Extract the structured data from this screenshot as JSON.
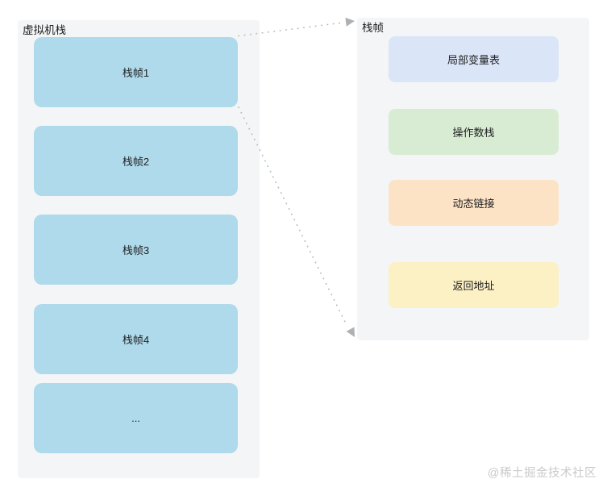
{
  "colors": {
    "page_bg": "#ffffff",
    "panel_bg": "#f4f5f6",
    "frame_fill": "#aedaec",
    "text_color": "#212121",
    "arrow_color": "#b9bcbe",
    "arrowhead_color": "#a9adb0",
    "watermark_color": "#cacaca"
  },
  "vm_stack_panel": {
    "title": "虚拟机栈",
    "frames": [
      {
        "label": "栈帧1"
      },
      {
        "label": "栈帧2"
      },
      {
        "label": "栈帧3"
      },
      {
        "label": "栈帧4"
      },
      {
        "label": "..."
      }
    ]
  },
  "stack_frame_panel": {
    "title": "栈帧",
    "parts": [
      {
        "label": "局部变量表",
        "fill": "#dbe5f8"
      },
      {
        "label": "操作数栈",
        "fill": "#d8ecd3"
      },
      {
        "label": "动态链接",
        "fill": "#fce3c6"
      },
      {
        "label": "返回地址",
        "fill": "#fcf0c5"
      }
    ]
  },
  "watermark": "@稀土掘金技术社区"
}
